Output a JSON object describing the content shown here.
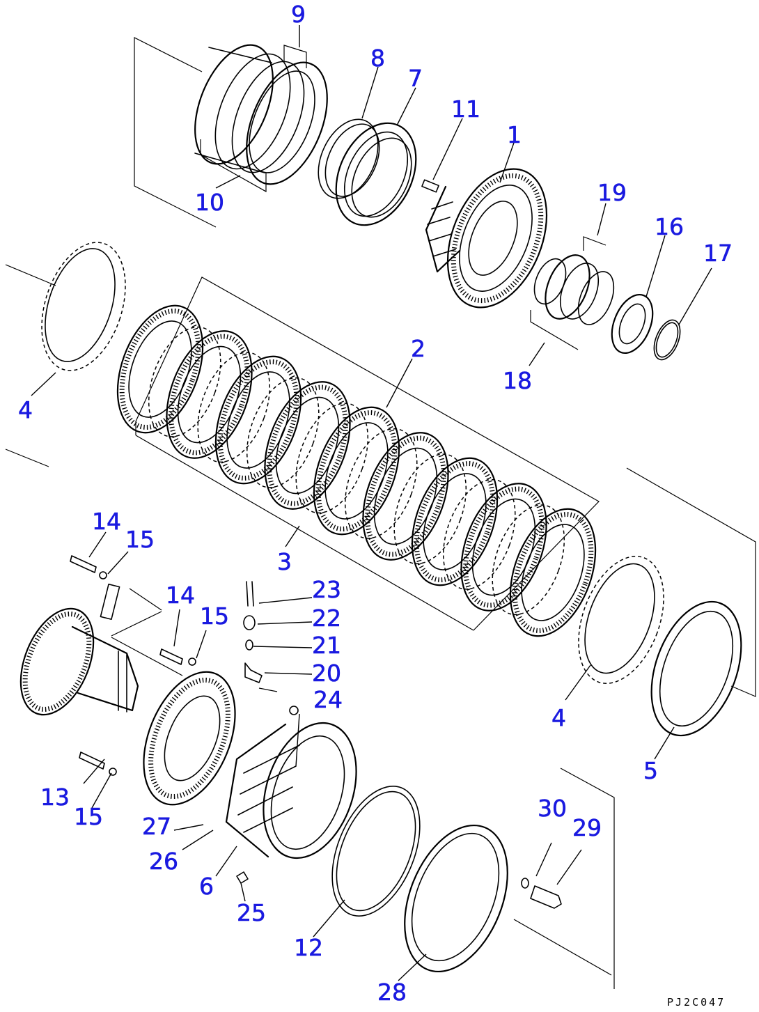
{
  "labels": {
    "p1": "1",
    "p2": "2",
    "p3": "3",
    "p4a": "4",
    "p4b": "4",
    "p5": "5",
    "p6": "6",
    "p7": "7",
    "p8": "8",
    "p9": "9",
    "p10": "10",
    "p11": "11",
    "p12": "12",
    "p13": "13",
    "p14a": "14",
    "p14b": "14",
    "p15a": "15",
    "p15b": "15",
    "p15c": "15",
    "p16": "16",
    "p17": "17",
    "p18": "18",
    "p19": "19",
    "p20": "20",
    "p21": "21",
    "p22": "22",
    "p23": "23",
    "p24": "24",
    "p25": "25",
    "p26": "26",
    "p27": "27",
    "p28": "28",
    "p29": "29",
    "p30": "30"
  },
  "drawing_code": "PJ2C047",
  "colors": {
    "label": "#1a1ae0",
    "line": "#000000",
    "background": "#ffffff"
  }
}
